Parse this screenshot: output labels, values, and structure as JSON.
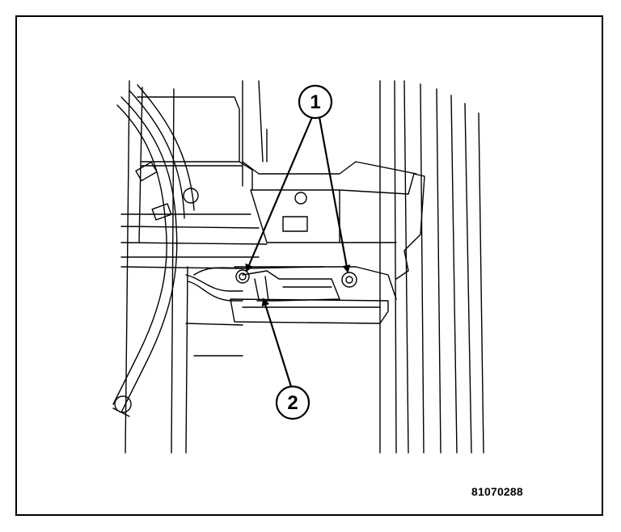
{
  "callouts": [
    {
      "number": "1",
      "target": "bolts"
    },
    {
      "number": "2",
      "target": "connector"
    }
  ],
  "reference_number": "81070288",
  "colors": {
    "line": "#000000",
    "background": "#ffffff"
  }
}
